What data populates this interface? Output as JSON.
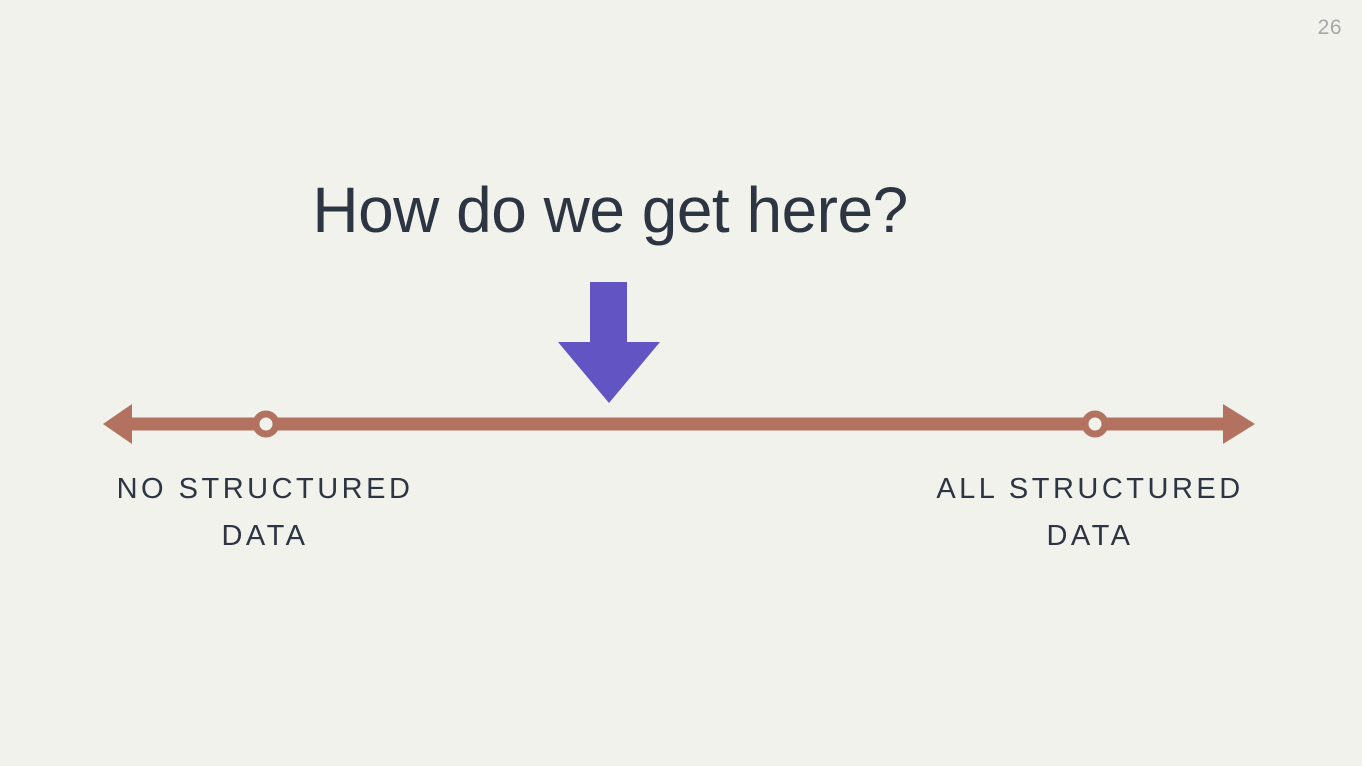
{
  "page": {
    "number": "26"
  },
  "title": "How do we get here?",
  "colors": {
    "background": "#f1f2eb",
    "text": "#2d3442",
    "muted": "#a8a8a8",
    "line": "#b2725f",
    "arrow": "#6254c2"
  },
  "spectrum": {
    "left_label": {
      "line1": "NO STRUCTURED",
      "line2": "DATA"
    },
    "right_label": {
      "line1": "ALL STRUCTURED",
      "line2": "DATA"
    }
  }
}
